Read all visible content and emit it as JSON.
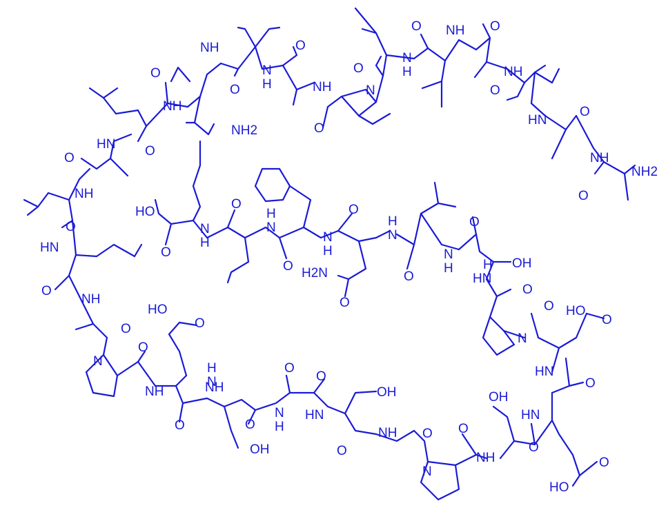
{
  "style": {
    "bond_color": "#1a1ad6",
    "text_color": "#1a1ad6",
    "background": "#ffffff"
  },
  "molecule": {
    "type": "structural-formula",
    "atom_labels": [
      {
        "id": "nh2-top",
        "text": "NH2"
      },
      {
        "id": "nh2-right",
        "text": "NH2"
      },
      {
        "id": "h2n-asn",
        "text": "H2N"
      },
      {
        "id": "hooc-lys",
        "text": "HO"
      },
      {
        "id": "oh-ser1",
        "text": "OH"
      },
      {
        "id": "ho-asp",
        "text": "HO"
      },
      {
        "id": "ho-glu1",
        "text": "HO"
      },
      {
        "id": "ho-glu2",
        "text": "HO"
      },
      {
        "id": "oh-ser2",
        "text": "OH"
      },
      {
        "id": "oh-ser3",
        "text": "OH"
      },
      {
        "id": "oh-ser4",
        "text": "OH"
      },
      {
        "id": "n",
        "text": "N"
      },
      {
        "id": "o",
        "text": "O"
      },
      {
        "id": "h",
        "text": "H"
      },
      {
        "id": "nh",
        "text": "NH"
      },
      {
        "id": "hn",
        "text": "HN"
      }
    ]
  }
}
